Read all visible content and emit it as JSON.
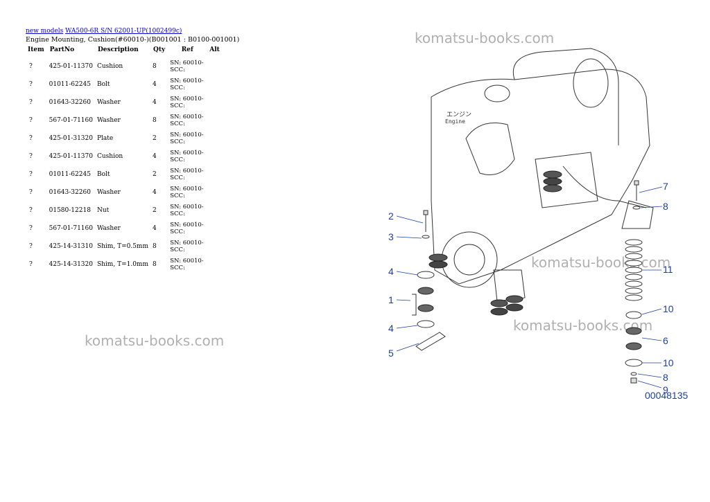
{
  "breadcrumb": {
    "link1": "new models",
    "link2": "WA500-6R S/N 62001-UP(1002499c)"
  },
  "page_title": "Engine Mounting, Cushion(#60010-)(B001001 : B0100-001001)",
  "table": {
    "headers": {
      "item": "Item",
      "partno": "PartNo",
      "desc": "Description",
      "qty": "Qty",
      "ref": "Ref",
      "alt": "Alt"
    },
    "rows": [
      {
        "item": "?",
        "partno": "425-01-11370",
        "desc": "Cushion",
        "qty": "8",
        "ref1": "SN: 60010-",
        "ref2": "SCC:"
      },
      {
        "item": "?",
        "partno": "01011-62245",
        "desc": "Bolt",
        "qty": "4",
        "ref1": "SN: 60010-",
        "ref2": "SCC:"
      },
      {
        "item": "?",
        "partno": "01643-32260",
        "desc": "Washer",
        "qty": "4",
        "ref1": "SN: 60010-",
        "ref2": "SCC:"
      },
      {
        "item": "?",
        "partno": "567-01-71160",
        "desc": "Washer",
        "qty": "8",
        "ref1": "SN: 60010-",
        "ref2": "SCC:"
      },
      {
        "item": "?",
        "partno": "425-01-31320",
        "desc": "Plate",
        "qty": "2",
        "ref1": "SN: 60010-",
        "ref2": "SCC:"
      },
      {
        "item": "?",
        "partno": "425-01-11370",
        "desc": "Cushion",
        "qty": "4",
        "ref1": "SN: 60010-",
        "ref2": "SCC:"
      },
      {
        "item": "?",
        "partno": "01011-62245",
        "desc": "Bolt",
        "qty": "2",
        "ref1": "SN: 60010-",
        "ref2": "SCC:"
      },
      {
        "item": "?",
        "partno": "01643-32260",
        "desc": "Washer",
        "qty": "4",
        "ref1": "SN: 60010-",
        "ref2": "SCC:"
      },
      {
        "item": "?",
        "partno": "01580-12218",
        "desc": "Nut",
        "qty": "2",
        "ref1": "SN: 60010-",
        "ref2": "SCC:"
      },
      {
        "item": "?",
        "partno": "567-01-71160",
        "desc": "Washer",
        "qty": "4",
        "ref1": "SN: 60010-",
        "ref2": "SCC:"
      },
      {
        "item": "?",
        "partno": "425-14-31310",
        "desc": "Shim, T=0.5mm",
        "qty": "8",
        "ref1": "SN: 60010-",
        "ref2": "SCC:"
      },
      {
        "item": "?",
        "partno": "425-14-31320",
        "desc": "Shim, T=1.0mm",
        "qty": "8",
        "ref1": "SN: 60010-",
        "ref2": "SCC:"
      }
    ]
  },
  "watermark": "komatsu-books.com",
  "diagram": {
    "engine_label_jp": "エンジン",
    "engine_label_en": "Engine",
    "callouts": {
      "c1": "1",
      "c2": "2",
      "c3": "3",
      "c4a": "4",
      "c4b": "4",
      "c5": "5",
      "c6": "6",
      "c7": "7",
      "c8a": "8",
      "c8b": "8",
      "c9": "9",
      "c10a": "10",
      "c10b": "10",
      "c11": "11"
    },
    "drawing_number": "00048135"
  }
}
